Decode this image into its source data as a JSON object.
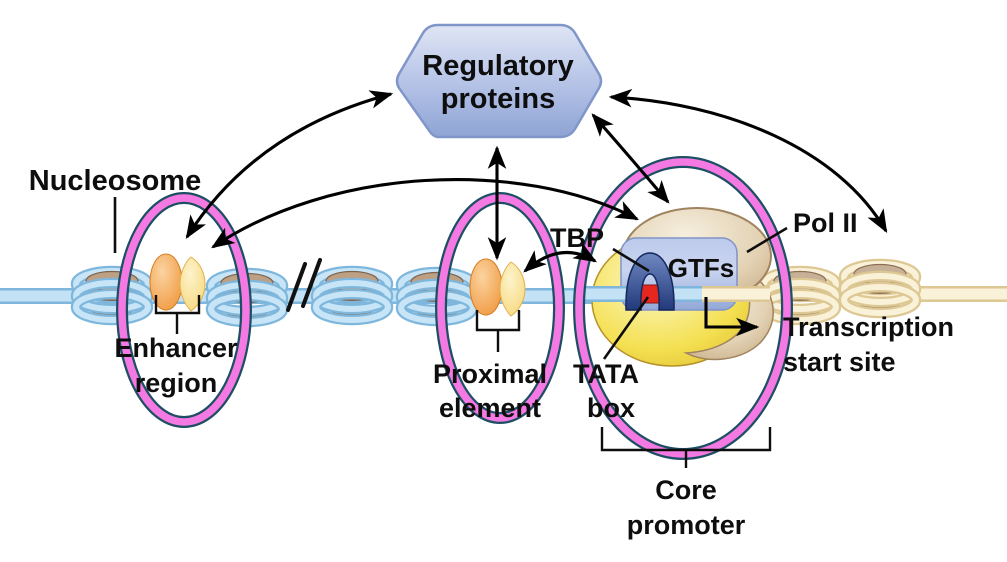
{
  "figure": {
    "title_hexagon": "Regulatory proteins hexagon",
    "labels": {
      "nucleosome": "Nucleosome",
      "regulatory_proteins": [
        "Regulatory",
        "proteins"
      ],
      "enhancer_region": [
        "Enhancer",
        "region"
      ],
      "proximal_element": [
        "Proximal",
        "element"
      ],
      "tbp": "TBP",
      "tata_box": [
        "TATA",
        "box"
      ],
      "gtfs": "GTFs",
      "pol_ii": "Pol II",
      "transcription_start_site": [
        "Transcription",
        "start site"
      ],
      "core_promoter": [
        "Core",
        "promoter"
      ]
    },
    "colors": {
      "background": "#ffffff",
      "dna_upstream": "#c3e2f5",
      "dna_upstream_edge": "#7fb7dc",
      "dna_downstream": "#f9f1d8",
      "dna_downstream_edge": "#ddc793",
      "histone_disc": "#bda084",
      "activator_left_orange": "#f09a40",
      "activator_right_yellow": "#fbe39c",
      "regulatory_hexagon": "#aebfe4",
      "gtf_box": "#aebfe6",
      "tbp_protein": "#32549b",
      "tata_red": "#e6271f",
      "pol_ii_tan": "#e5d6ba",
      "core_yellow": "#f4e04e",
      "highlight_ring": "#f479e2",
      "highlight_ring_edge": "#1d4f63",
      "arrow": "#000000",
      "label_text": "#0e0e0e"
    }
  }
}
